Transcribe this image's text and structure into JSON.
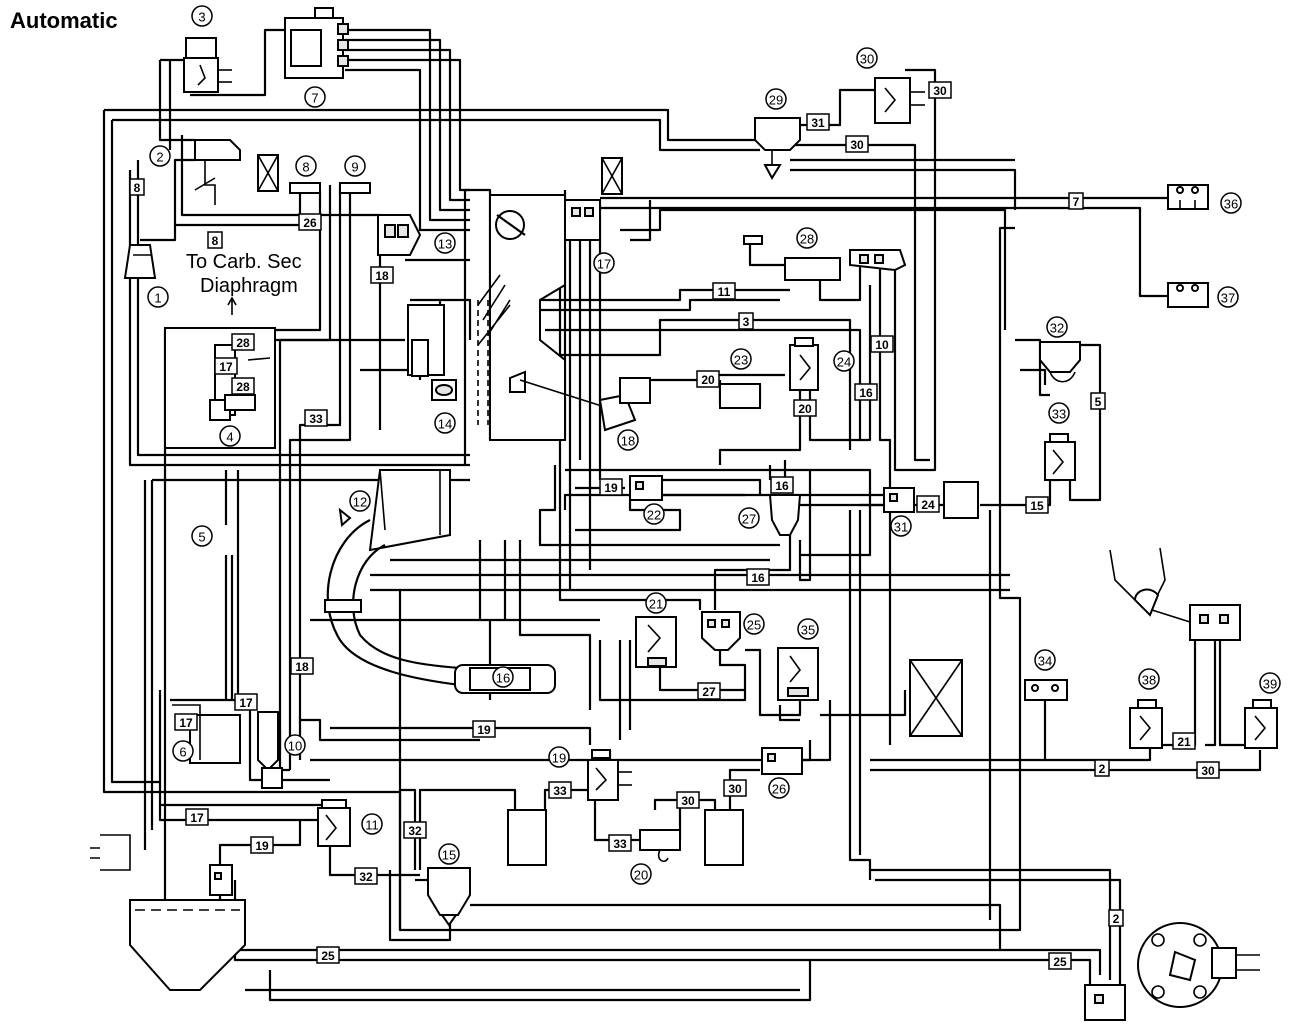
{
  "title": "Automatic",
  "note": {
    "line1": "To Carb. Sec",
    "line2": "Diaphragm"
  },
  "hose_labels": [
    {
      "t": "8"
    },
    {
      "t": "8"
    },
    {
      "t": "26"
    },
    {
      "t": "18"
    },
    {
      "t": "28"
    },
    {
      "t": "17"
    },
    {
      "t": "28"
    },
    {
      "t": "33"
    },
    {
      "t": "31"
    },
    {
      "t": "30"
    },
    {
      "t": "30"
    },
    {
      "t": "7"
    },
    {
      "t": "11"
    },
    {
      "t": "3"
    },
    {
      "t": "10"
    },
    {
      "t": "20"
    },
    {
      "t": "20"
    },
    {
      "t": "16"
    },
    {
      "t": "5"
    },
    {
      "t": "19"
    },
    {
      "t": "16"
    },
    {
      "t": "24"
    },
    {
      "t": "15"
    },
    {
      "t": "16"
    },
    {
      "t": "27"
    },
    {
      "t": "17"
    },
    {
      "t": "17"
    },
    {
      "t": "19"
    },
    {
      "t": "18"
    },
    {
      "t": "17"
    },
    {
      "t": "19"
    },
    {
      "t": "32"
    },
    {
      "t": "32"
    },
    {
      "t": "33"
    },
    {
      "t": "33"
    },
    {
      "t": "30"
    },
    {
      "t": "30"
    },
    {
      "t": "25"
    },
    {
      "t": "25"
    },
    {
      "t": "2"
    },
    {
      "t": "30"
    },
    {
      "t": "21"
    },
    {
      "t": "2"
    }
  ],
  "component_numbers": [
    {
      "t": "3"
    },
    {
      "t": "7"
    },
    {
      "t": "2"
    },
    {
      "t": "8"
    },
    {
      "t": "9"
    },
    {
      "t": "13"
    },
    {
      "t": "1"
    },
    {
      "t": "4"
    },
    {
      "t": "14"
    },
    {
      "t": "17"
    },
    {
      "t": "28"
    },
    {
      "t": "29"
    },
    {
      "t": "30"
    },
    {
      "t": "36"
    },
    {
      "t": "37"
    },
    {
      "t": "23"
    },
    {
      "t": "24"
    },
    {
      "t": "18"
    },
    {
      "t": "32"
    },
    {
      "t": "33"
    },
    {
      "t": "5"
    },
    {
      "t": "12"
    },
    {
      "t": "22"
    },
    {
      "t": "27"
    },
    {
      "t": "31"
    },
    {
      "t": "21"
    },
    {
      "t": "25"
    },
    {
      "t": "35"
    },
    {
      "t": "16"
    },
    {
      "t": "6"
    },
    {
      "t": "10"
    },
    {
      "t": "11"
    },
    {
      "t": "19"
    },
    {
      "t": "15"
    },
    {
      "t": "20"
    },
    {
      "t": "26"
    },
    {
      "t": "34"
    },
    {
      "t": "38"
    },
    {
      "t": "39"
    }
  ]
}
